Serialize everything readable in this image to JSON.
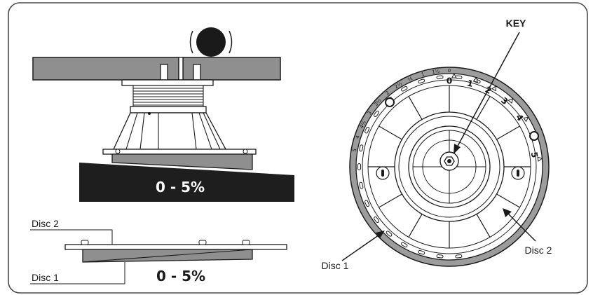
{
  "labels": {
    "key": "KEY",
    "disc1_right": "Disc 1",
    "disc2_right": "Disc 2",
    "disc1_left": "Disc 1",
    "disc2_left": "Disc 2",
    "slope_top": "0 - 5%",
    "slope_bottom": "0 - 5%"
  },
  "scale": {
    "outer_ticks": [
      "0",
      "1½",
      "1",
      "½",
      "2½",
      "2",
      "3½",
      "3",
      "4½",
      "4",
      "5"
    ],
    "inner_ticks": [
      "0",
      "1",
      "2",
      "3",
      "4",
      "5"
    ]
  },
  "colors": {
    "ink": "#1a1a1a",
    "deck": "#8f8f8f",
    "ground": "#1e1e1e",
    "ring": "#9c9c9c",
    "frame": "#4a4a4a"
  },
  "icons": {
    "ball": "ball-icon",
    "key": "hex-key-icon"
  }
}
